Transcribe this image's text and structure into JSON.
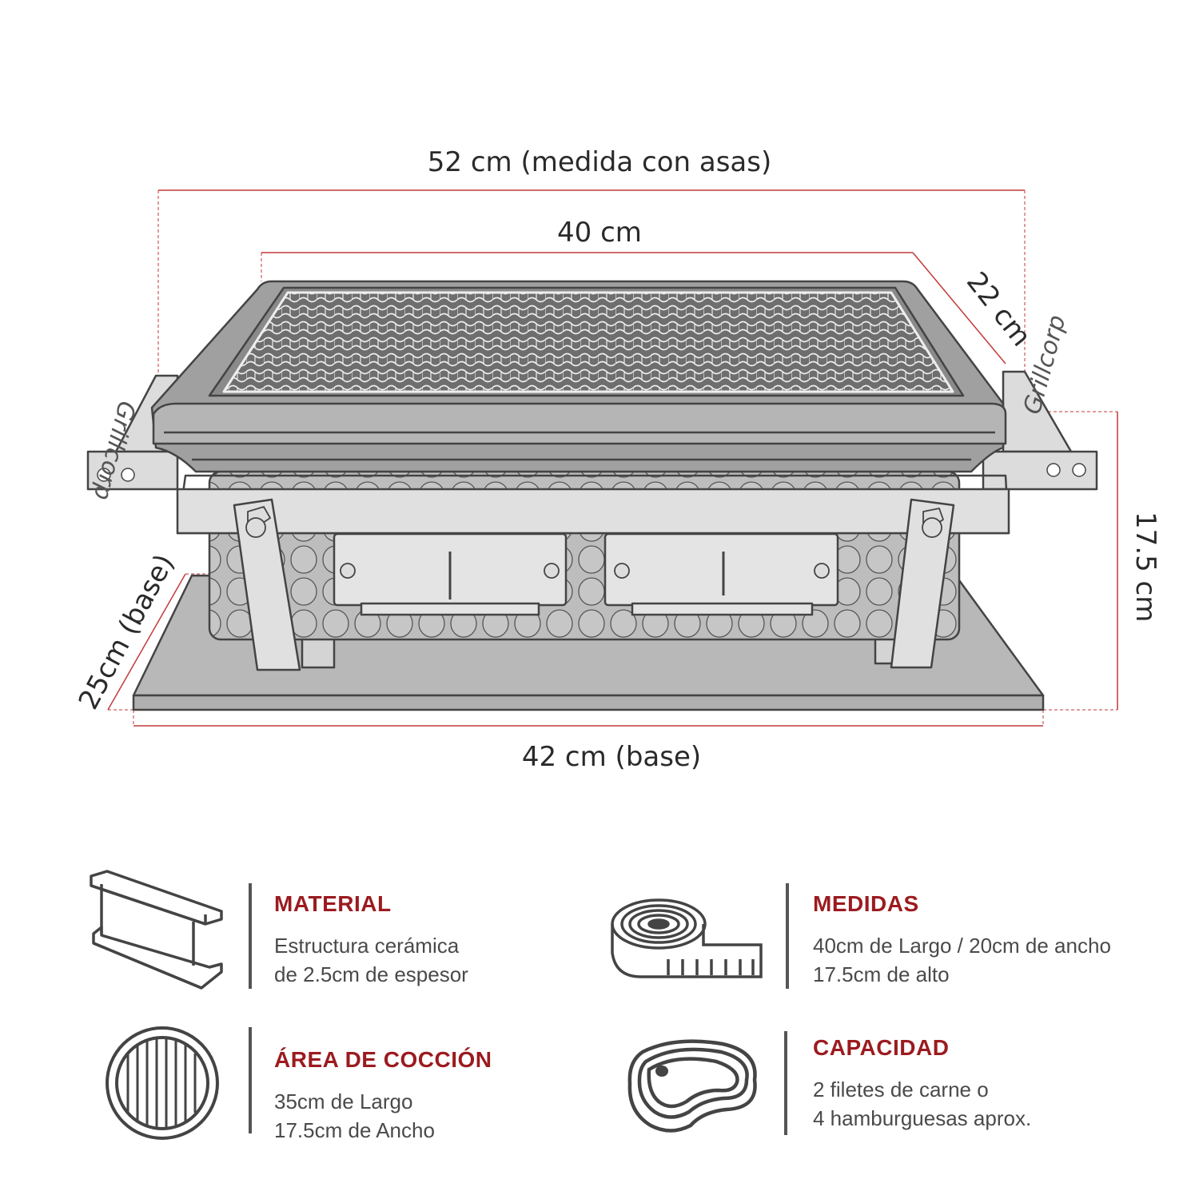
{
  "dimensions": {
    "overall_width": "52 cm (medida con asas)",
    "grill_width": "40 cm",
    "grill_depth": "22 cm",
    "height": "17.5 cm",
    "base_depth": "25cm (base)",
    "base_width": "42 cm (base)"
  },
  "brand_label": "Grillcorp",
  "features": [
    {
      "icon": "steel-beam-icon",
      "title": "MATERIAL",
      "lines": [
        "Estructura cerámica",
        "de 2.5cm de espesor"
      ]
    },
    {
      "icon": "measuring-tape-icon",
      "title": "MEDIDAS",
      "lines": [
        "40cm de Largo / 20cm de ancho",
        "17.5cm de alto"
      ]
    },
    {
      "icon": "round-grill-icon",
      "title": "ÁREA DE COCCIÓN",
      "lines": [
        "35cm de Largo",
        "17.5cm de Ancho"
      ]
    },
    {
      "icon": "steak-icon",
      "title": "CAPACIDAD",
      "lines": [
        "2 filetes de carne o",
        "4 hamburguesas aprox."
      ]
    }
  ],
  "colors": {
    "accent": "#9b1b1f",
    "dimension_line": "#c23a3a",
    "text": "#4a4a4a"
  }
}
